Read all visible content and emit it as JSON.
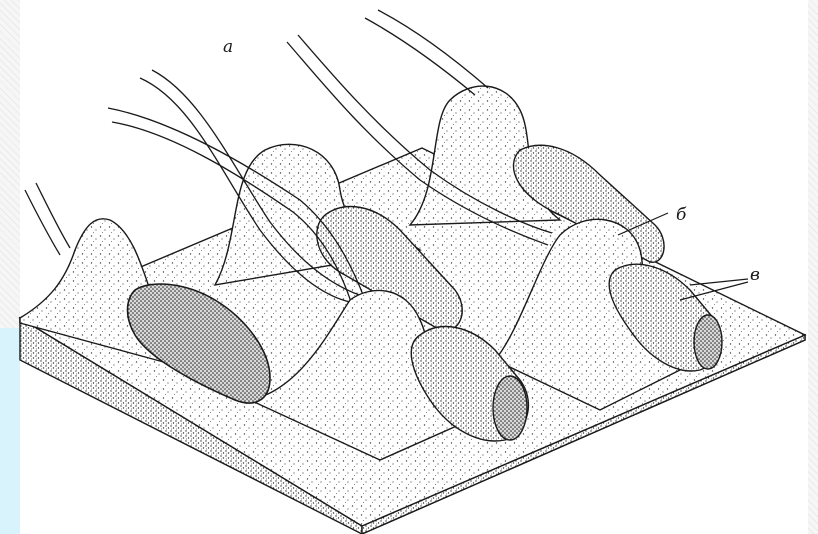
{
  "figure": {
    "labels": {
      "a": "а",
      "b": "б",
      "v": "в"
    }
  },
  "colors": {
    "ink": "#1a1a1a",
    "surface": "#ffffff",
    "accent_panel": "#d8f3fb"
  }
}
